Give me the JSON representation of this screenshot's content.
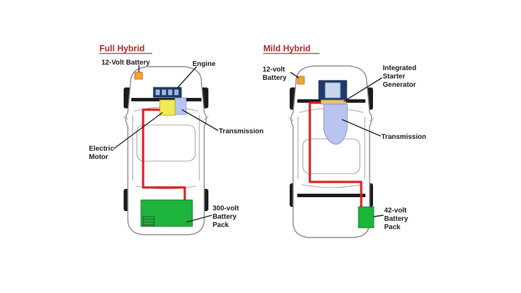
{
  "diagrams": {
    "full_hybrid": {
      "title": "Full Hybrid",
      "labels": {
        "battery_12v": "12-Volt Battery",
        "engine": "Engine",
        "transmission": "Transmission",
        "motor_line1": "Electric",
        "motor_line2": "Motor",
        "pack_line1": "300-volt",
        "pack_line2": "Battery",
        "pack_line3": "Pack"
      }
    },
    "mild_hybrid": {
      "title": "Mild Hybrid",
      "labels": {
        "battery_line1": "12-volt",
        "battery_line2": "Battery",
        "isg_line1": "Integrated",
        "isg_line2": "Starter",
        "isg_line3": "Generator",
        "transmission": "Transmission",
        "pack_line1": "42-volt",
        "pack_line2": "Battery",
        "pack_line3": "Pack"
      }
    }
  },
  "colors": {
    "title": "#b0282d",
    "wire": "#d9201e",
    "battery_pack": "#1db53b",
    "motor": "#f2ea52",
    "transmission": "#b9c5f0",
    "small_battery": "#f2a23a",
    "isg_band": "#e6c27a"
  }
}
